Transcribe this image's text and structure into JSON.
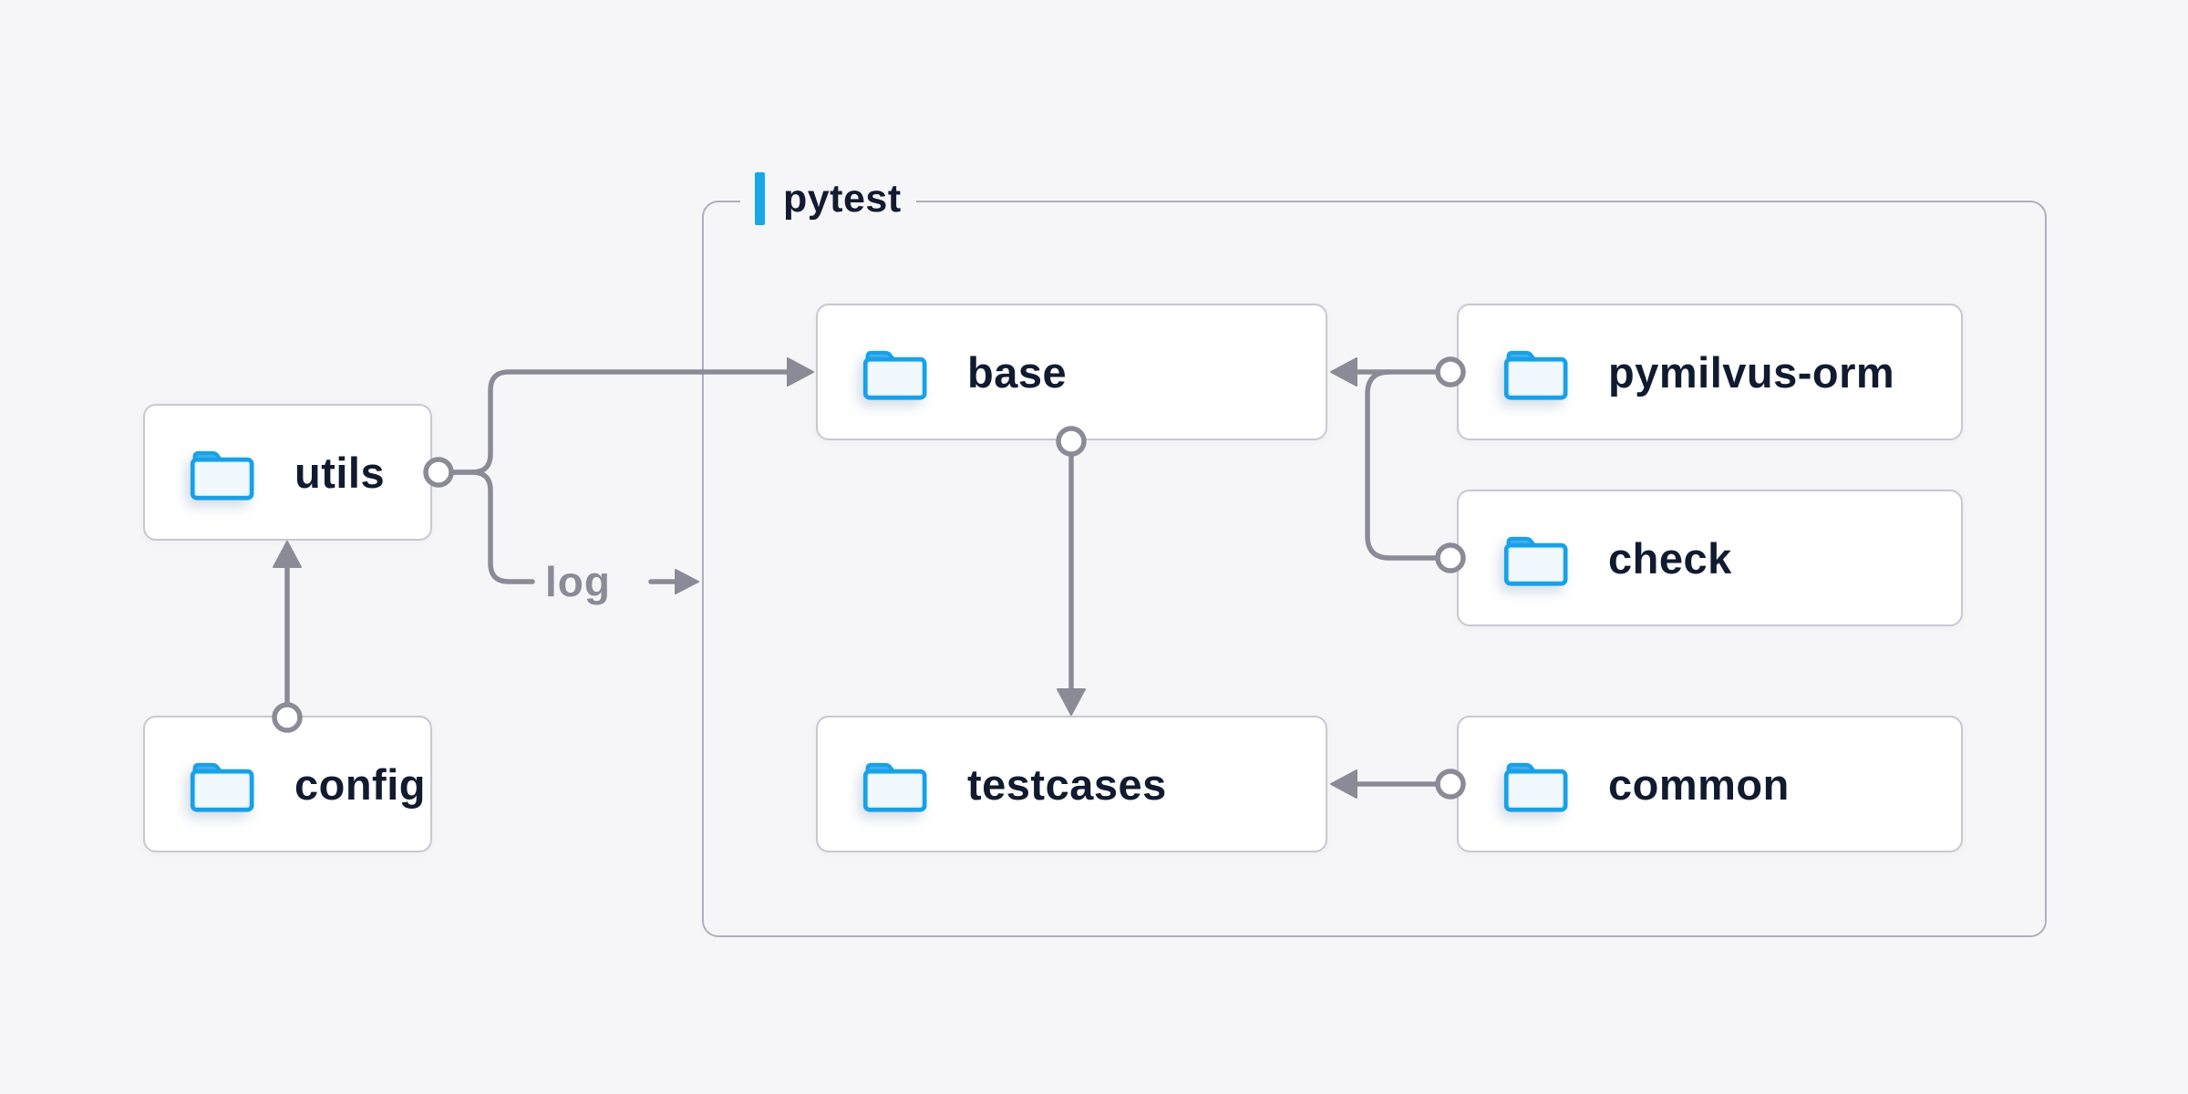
{
  "colors": {
    "background": "#f6f6f8",
    "accent_blue": "#16a8e9",
    "folder_blue": "#17a1e8",
    "line_gray": "#8b8b97",
    "text_navy": "#111b30",
    "node_border": "#c7c8d2",
    "container_border": "#aeafbb"
  },
  "container": {
    "label": "pytest"
  },
  "nodes": {
    "utils": {
      "label": "utils",
      "icon": "folder-icon"
    },
    "config": {
      "label": "config",
      "icon": "folder-icon"
    },
    "base": {
      "label": "base",
      "icon": "folder-icon"
    },
    "pymilvus_orm": {
      "label": "pymilvus-orm",
      "icon": "folder-icon"
    },
    "check": {
      "label": "check",
      "icon": "folder-icon"
    },
    "testcases": {
      "label": "testcases",
      "icon": "folder-icon"
    },
    "common": {
      "label": "common",
      "icon": "folder-icon"
    }
  },
  "edge_label": "log",
  "edges": [
    {
      "from": "config",
      "to": "utils"
    },
    {
      "from": "utils",
      "to": "base"
    },
    {
      "from": "utils",
      "to": "pytest",
      "label": "log"
    },
    {
      "from": "pymilvus-orm",
      "to": "base"
    },
    {
      "from": "check",
      "to": "base"
    },
    {
      "from": "base",
      "to": "testcases"
    },
    {
      "from": "common",
      "to": "testcases"
    }
  ]
}
